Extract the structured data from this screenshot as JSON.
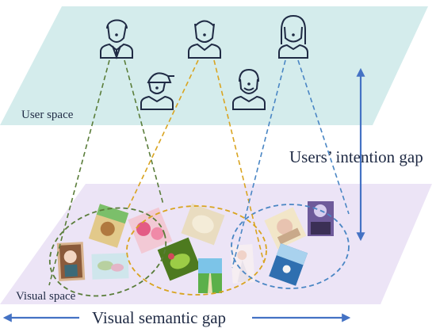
{
  "labels": {
    "user_space": "User space",
    "visual_space": "Visual space",
    "intention_gap": "Users’ intention gap",
    "semantic_gap": "Visual semantic gap"
  },
  "colors": {
    "user_plane": "#d4ecec",
    "visual_plane": "#ece4f6",
    "green_group": "#5a7d3a",
    "orange_group": "#d9a420",
    "blue_group": "#4a86c4",
    "arrow": "#4472c4",
    "icon": "#1f2a44"
  },
  "icons": [
    {
      "name": "user-male-suit-icon",
      "group": "green"
    },
    {
      "name": "user-male-collar-icon",
      "group": "orange"
    },
    {
      "name": "user-female-icon",
      "group": "blue"
    },
    {
      "name": "user-cap-icon",
      "group": "none"
    },
    {
      "name": "user-beard-icon",
      "group": "none"
    }
  ],
  "photos": [
    "anime-girl-photo",
    "deer-toy-photo",
    "butterfly-bird-photo",
    "pink-flowers-photo",
    "fluffy-toy-photo",
    "green-leaf-photo",
    "green-path-photo",
    "white-dress-girl-photo",
    "pastel-illustration-photo",
    "blue-ocean-photo",
    "purple-gate-photo"
  ]
}
